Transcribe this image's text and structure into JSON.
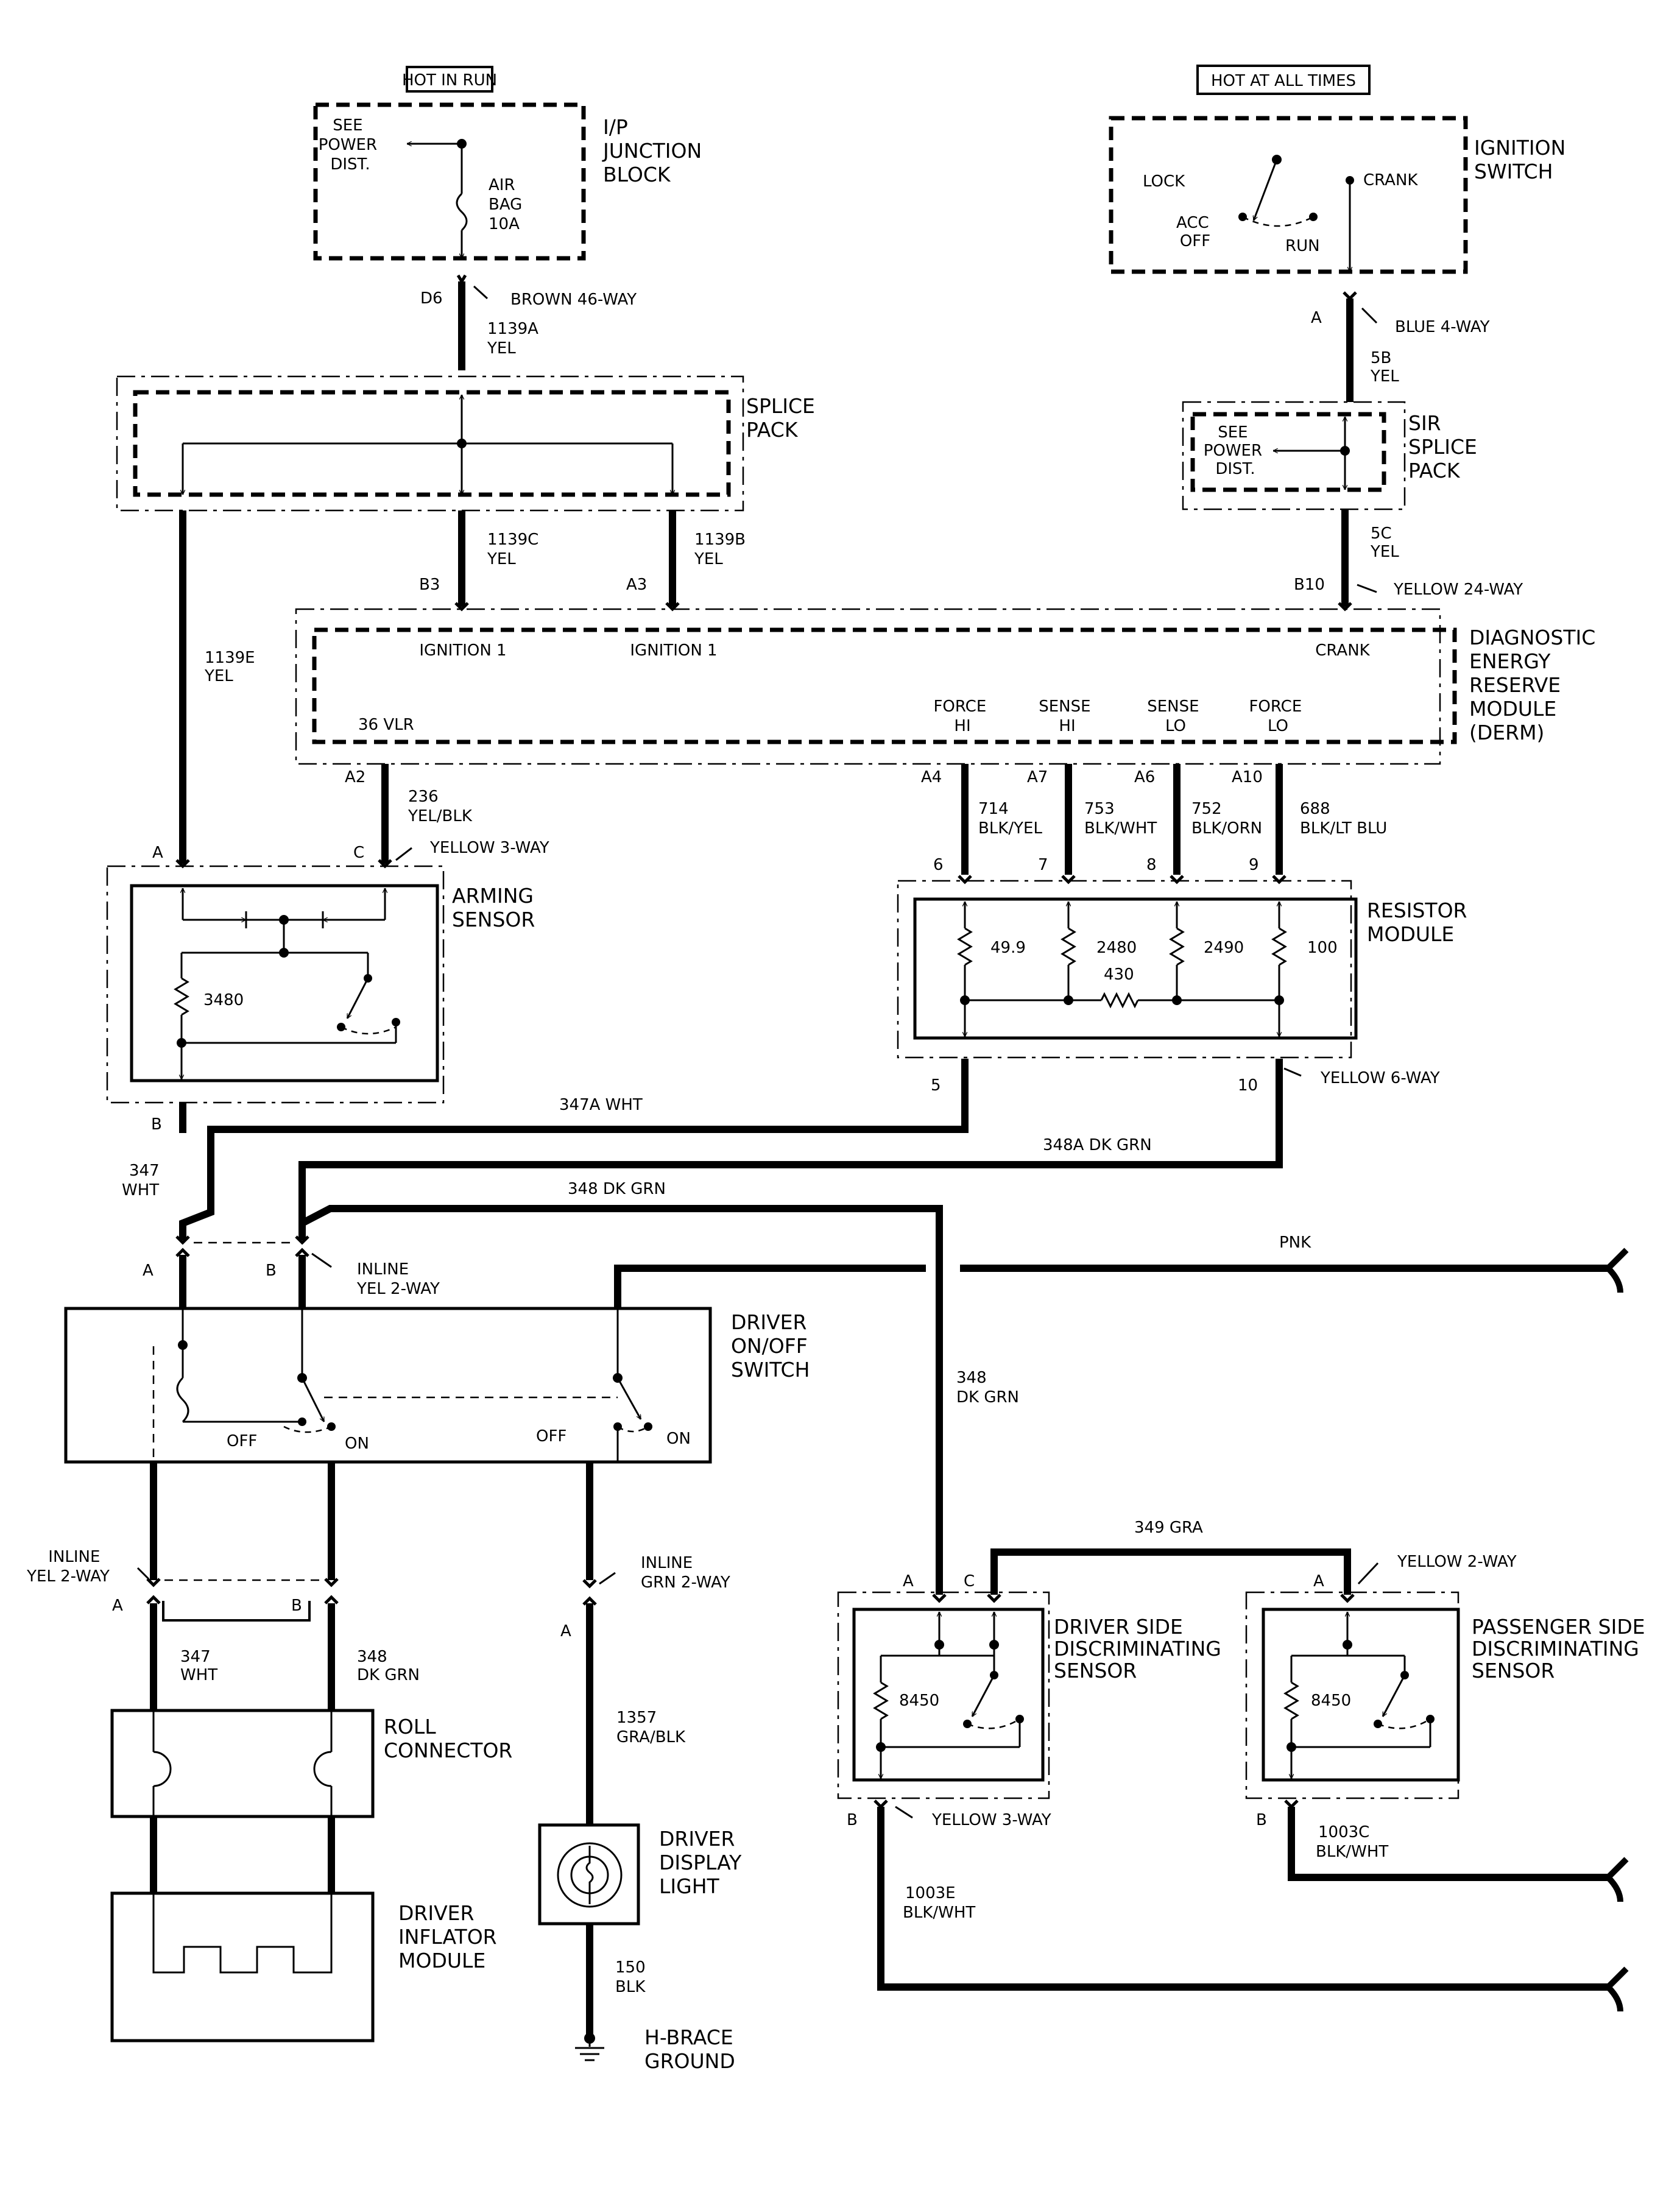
{
  "power": {
    "hot_in_run": "HOT IN RUN",
    "hot_at_all_times": "HOT AT ALL TIMES",
    "see_power_dist": [
      "SEE",
      "POWER",
      "DIST."
    ],
    "air_bag_fuse": [
      "AIR",
      "BAG",
      "10A"
    ],
    "ip_junction_block": [
      "I/P",
      "JUNCTION",
      "BLOCK"
    ]
  },
  "ignition_switch": {
    "title": [
      "IGNITION",
      "SWITCH"
    ],
    "lock": "LOCK",
    "crank": "CRANK",
    "acc_off": [
      "ACC",
      "OFF"
    ],
    "run": "RUN"
  },
  "connectors": {
    "d6": "D6",
    "brown_46_way": "BROWN 46-WAY",
    "a_blue": "A",
    "blue_4_way": "BLUE 4-WAY",
    "b3": "B3",
    "a3": "A3",
    "b10": "B10",
    "yellow_24_way": "YELLOW 24-WAY",
    "a2": "A2",
    "a4": "A4",
    "a7": "A7",
    "a6": "A6",
    "a10": "A10",
    "arm_a": "A",
    "arm_c": "C",
    "arm_b": "B",
    "yellow_3_way_top": "YELLOW 3-WAY",
    "pin6": "6",
    "pin7": "7",
    "pin8": "8",
    "pin9": "9",
    "pin5": "5",
    "pin10": "10",
    "yellow_6_way": "YELLOW 6-WAY",
    "inline_a": "A",
    "inline_b": "B",
    "inline_yel_2_way": [
      "INLINE",
      "YEL 2-WAY"
    ],
    "lower_inline_yel": [
      "INLINE",
      "YEL 2-WAY"
    ],
    "lower_a": "A",
    "lower_b": "B",
    "inline_grn_2_way": [
      "INLINE",
      "GRN 2-WAY"
    ],
    "grn_a": "A",
    "ds_a": "A",
    "ds_c": "C",
    "ds_b": "B",
    "yellow_3_way_bottom": "YELLOW 3-WAY",
    "ps_a": "A",
    "ps_b": "B",
    "yellow_2_way": "YELLOW 2-WAY"
  },
  "wires": {
    "w1139a": [
      "1139A",
      "YEL"
    ],
    "w5b": [
      "5B",
      "YEL"
    ],
    "w5c": [
      "5C",
      "YEL"
    ],
    "w1139c": [
      "1139C",
      "YEL"
    ],
    "w1139b": [
      "1139B",
      "YEL"
    ],
    "w1139e": [
      "1139E",
      "YEL"
    ],
    "w236": [
      "236",
      "YEL/BLK"
    ],
    "w714": [
      "714",
      "BLK/YEL"
    ],
    "w753": [
      "753",
      "BLK/WHT"
    ],
    "w752": [
      "752",
      "BLK/ORN"
    ],
    "w688": [
      "688",
      "BLK/LT BLU"
    ],
    "w347a": "347A WHT",
    "w348a": "348A DK GRN",
    "w347": [
      "347",
      "WHT"
    ],
    "w348_top": "348 DK GRN",
    "pnk": "PNK",
    "w348_vert": [
      "348",
      "DK GRN"
    ],
    "w349": "349 GRA",
    "w347_lower": [
      "347",
      "WHT"
    ],
    "w348_lower": [
      "348",
      "DK GRN"
    ],
    "w1357": [
      "1357",
      "GRA/BLK"
    ],
    "w150": [
      "150",
      "BLK"
    ],
    "w1003e": [
      "1003E",
      "BLK/WHT"
    ],
    "w1003c": [
      "1003C",
      "BLK/WHT"
    ]
  },
  "components": {
    "splice_pack": [
      "SPLICE",
      "PACK"
    ],
    "sir_splice_pack": [
      "SIR",
      "SPLICE",
      "PACK"
    ],
    "derm": [
      "DIAGNOSTIC",
      "ENERGY",
      "RESERVE",
      "MODULE",
      "(DERM)"
    ],
    "derm_ign1_left": "IGNITION 1",
    "derm_ign1_right": "IGNITION 1",
    "derm_crank": "CRANK",
    "derm_36vlr": "36 VLR",
    "derm_force_hi": [
      "FORCE",
      "HI"
    ],
    "derm_sense_hi": [
      "SENSE",
      "HI"
    ],
    "derm_sense_lo": [
      "SENSE",
      "LO"
    ],
    "derm_force_lo": [
      "FORCE",
      "LO"
    ],
    "arming_sensor": [
      "ARMING",
      "SENSOR"
    ],
    "arming_resistor": "3480",
    "resistor_module": [
      "RESISTOR",
      "MODULE"
    ],
    "resistors": [
      "49.9",
      "2480",
      "2490",
      "100",
      "430"
    ],
    "driver_switch": [
      "DRIVER",
      "ON/OFF",
      "SWITCH"
    ],
    "off": "OFF",
    "on": "ON",
    "roll_connector": [
      "ROLL",
      "CONNECTOR"
    ],
    "driver_inflator": [
      "DRIVER",
      "INFLATOR",
      "MODULE"
    ],
    "driver_display_light": [
      "DRIVER",
      "DISPLAY",
      "LIGHT"
    ],
    "h_brace_ground": [
      "H-BRACE",
      "GROUND"
    ],
    "driver_side_sensor": [
      "DRIVER SIDE",
      "DISCRIMINATING",
      "SENSOR"
    ],
    "passenger_side_sensor": [
      "PASSENGER SIDE",
      "DISCRIMINATING",
      "SENSOR"
    ],
    "disc_resistor": "8450"
  }
}
